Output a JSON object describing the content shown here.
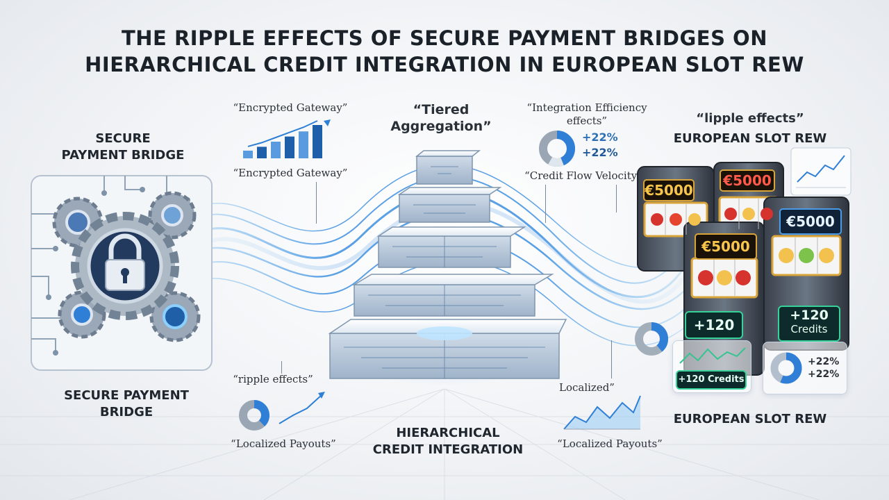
{
  "title": {
    "line1": "THE RIPPLE EFFECTS OF SECURE PAYMENT BRIDGES ON",
    "line2": "HIERARCHICAL CREDIT INTEGRATION IN EUROPEAN SLOT REW"
  },
  "left": {
    "top_label_line1": "SECURE",
    "top_label_line2": "PAYMENT BRIDGE",
    "bottom_label_line1": "SECURE PAYMENT",
    "bottom_label_line2": "BRIDGE",
    "icon": "padlock-gear-icon"
  },
  "gateway": {
    "quote_top": "“Encrypted Gateway”",
    "quote_bottom": "“Encrypted Gateway”",
    "bars": [
      12,
      18,
      26,
      34,
      42,
      52
    ]
  },
  "center": {
    "quote": "“Tiered Aggregation”",
    "quote_line1": "“Tiered",
    "quote_line2": "Aggregation”",
    "label_line1": "HIERARCHICAL",
    "label_line2": "CREDIT INTEGRATION"
  },
  "efficiency": {
    "quote_line1": "“Integration Efficiency",
    "quote_line2": "effects”",
    "pct1": "+22%",
    "pct2": "+22%",
    "velocity": "“Credit Flow Velocity”"
  },
  "ripple": {
    "quote": "“ripple effects”",
    "payouts": "“Localized Payouts”"
  },
  "localized": {
    "quote": "Localized”",
    "payouts": "“Localized Payouts”"
  },
  "right": {
    "quote": "“lipple effects”",
    "label_top": "EUROPEAN SLOT REW",
    "label_bottom": "EUROPEAN SLOT REW",
    "screens": [
      "€5000",
      "€5000",
      "€5000",
      "€5000"
    ],
    "credit_a": "+120",
    "credit_b_line1": "+120",
    "credit_b_line2": "Credits",
    "credit_panel": "+120 Credits",
    "pct1": "+22%",
    "pct2": "+22%"
  },
  "colors": {
    "accent_blue": "#2f7fd6",
    "wave": "#4aa3e8",
    "gold": "#f2c14e",
    "credit_green": "#35d39a"
  }
}
